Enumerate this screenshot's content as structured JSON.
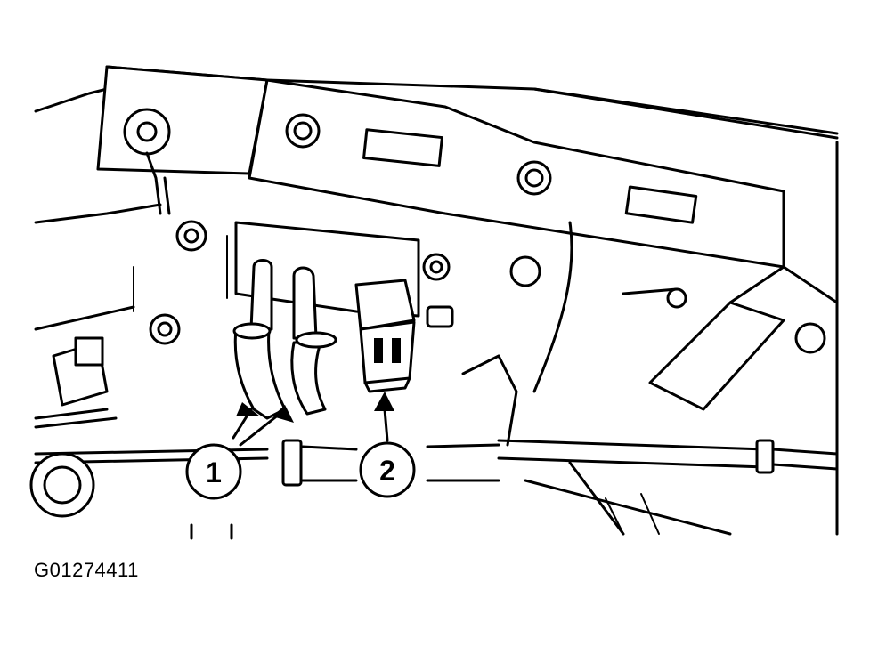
{
  "figure": {
    "id_label": "G01274411"
  },
  "callouts": [
    {
      "number": "1",
      "target": "hoses",
      "arrow_count": 2
    },
    {
      "number": "2",
      "target": "sensor-connector",
      "arrow_count": 1
    }
  ],
  "style": {
    "ink_color": "#000000",
    "paper_color": "#ffffff"
  }
}
